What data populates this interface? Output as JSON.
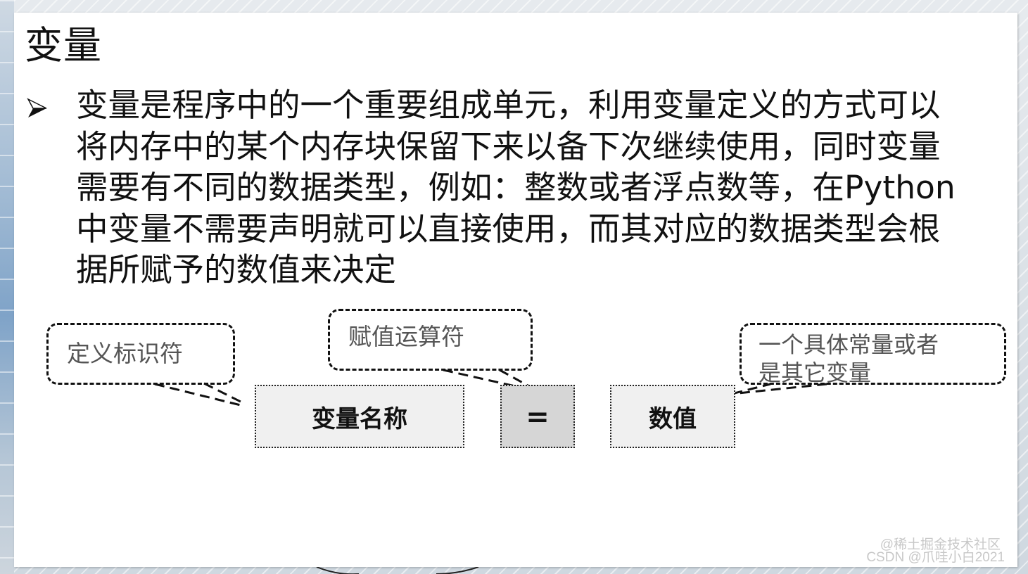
{
  "slide": {
    "title": "变量",
    "bullet": {
      "icon": "arrowhead-bullet-icon",
      "lines": [
        "变量是程序中的一个重要组成单元，利用变量定义的方式可以",
        "将内存中的某个内存块保留下来以备下次继续使用，同时变量",
        "需要有不同的数据类型，例如：整数或者浮点数等，在Python",
        "中变量不需要声明就可以直接使用，而其对应的数据类型会根",
        "据所赋予的数值来决定"
      ]
    },
    "diagram": {
      "callouts": [
        {
          "lines": [
            "定义标识符"
          ]
        },
        {
          "lines": [
            "赋值运算符"
          ]
        },
        {
          "lines": [
            "一个具体常量或者",
            "是其它变量"
          ]
        }
      ],
      "boxes": {
        "name": "变量名称",
        "operator": "=",
        "value": "数值"
      },
      "colors": {
        "box_light": "#f0f0f0",
        "box_operator": "#d6d6d6",
        "border": "#111111"
      }
    }
  },
  "watermark": {
    "line1": "@稀土掘金技术社区",
    "line2": "CSDN @爪哇小白2021"
  }
}
